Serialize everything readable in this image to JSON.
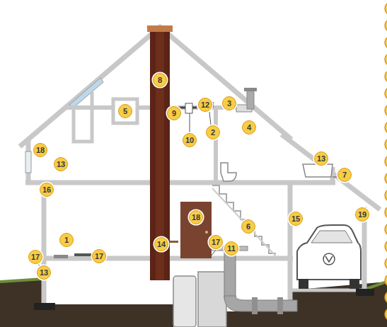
{
  "diagram": {
    "labels": [
      "8",
      "5",
      "12",
      "3",
      "9",
      "4",
      "2",
      "10",
      "18",
      "13",
      "13",
      "7",
      "16",
      "18",
      "15",
      "19",
      "6",
      "1",
      "14",
      "17",
      "11",
      "17",
      "17",
      "13"
    ]
  }
}
